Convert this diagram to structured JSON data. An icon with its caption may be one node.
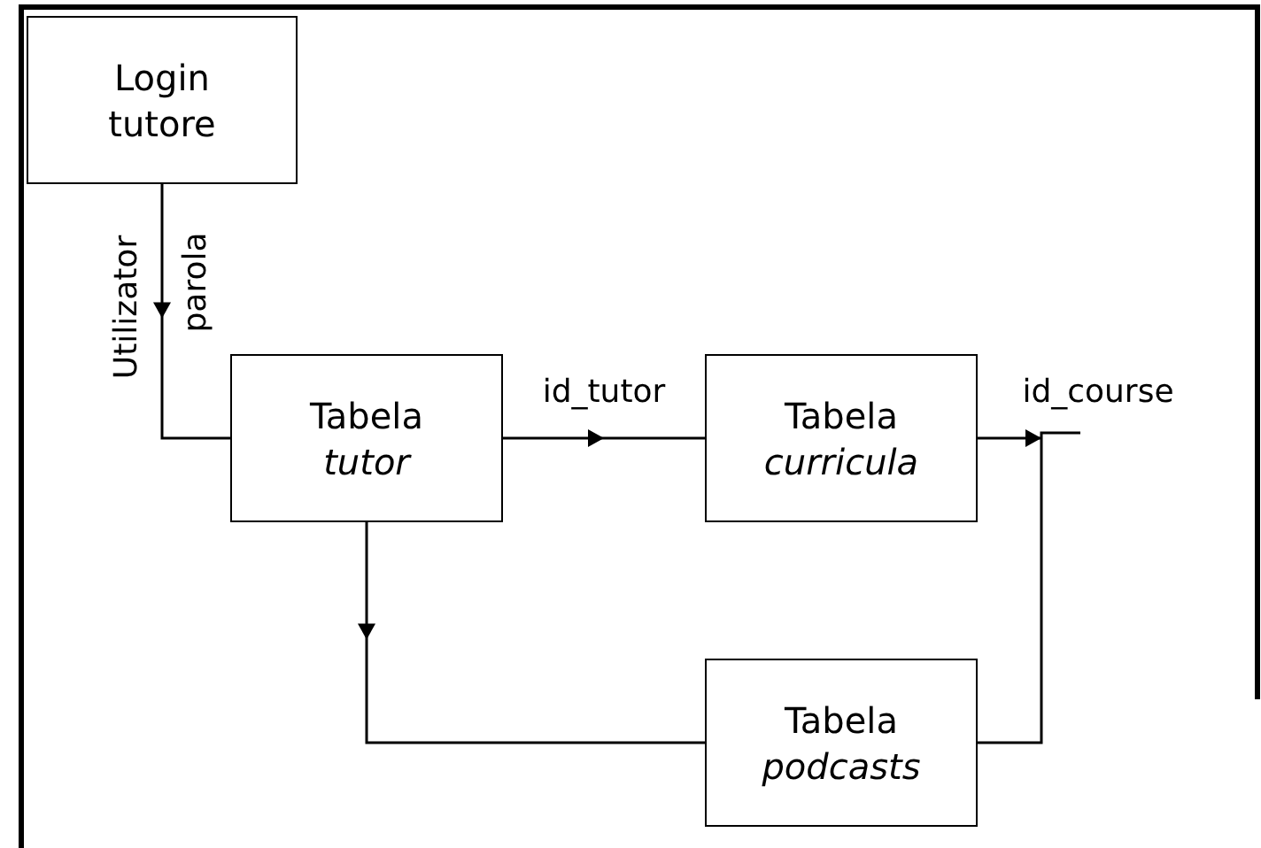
{
  "diagram": {
    "nodes": [
      {
        "text": [
          "Login tutore"
        ]
      },
      {
        "text": [
          "Tabela",
          "tutor"
        ]
      },
      {
        "text": [
          "Tabela",
          "curricula"
        ]
      },
      {
        "text": [
          "Tabela",
          "podcasts"
        ]
      }
    ],
    "edges": [
      {
        "from": 0,
        "to": 1,
        "arrow": "to",
        "label": "Utilizator"
      },
      {
        "from": 1,
        "to": 2,
        "arrow": "to",
        "label": "id_tutor"
      },
      {
        "from": 1,
        "to": 3,
        "arrow": "to"
      },
      {
        "from": 2,
        "to": null,
        "arrow": "to",
        "label": "id_course"
      },
      {
        "from": 3,
        "to": null,
        "arrow": "none"
      }
    ],
    "labels": [
      "parola"
    ]
  }
}
